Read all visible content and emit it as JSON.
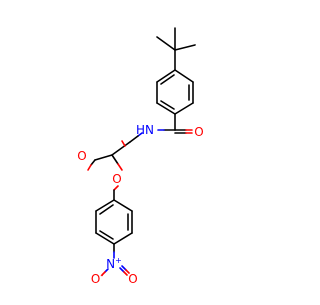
{
  "atoms": {
    "amide_n": {
      "element": "N",
      "hydrogen": "H",
      "color": "#0000ff"
    },
    "amide_o": {
      "element": "O",
      "color": "#ff0000"
    },
    "ester_carbonyl_o": {
      "element": "O",
      "color": "#ff0000"
    },
    "ester_o": {
      "element": "O",
      "color": "#ff0000"
    },
    "nitro_n": {
      "element": "N",
      "charge": "+",
      "color": "#0000ff"
    },
    "nitro_o_minus": {
      "element": "O",
      "charge": "-",
      "color": "#ff0000"
    },
    "nitro_o": {
      "element": "O",
      "color": "#ff0000"
    }
  },
  "colors": {
    "bond": "#000000",
    "oxygen": "#ff0000",
    "nitrogen": "#0000ff",
    "background": "#ffffff"
  }
}
